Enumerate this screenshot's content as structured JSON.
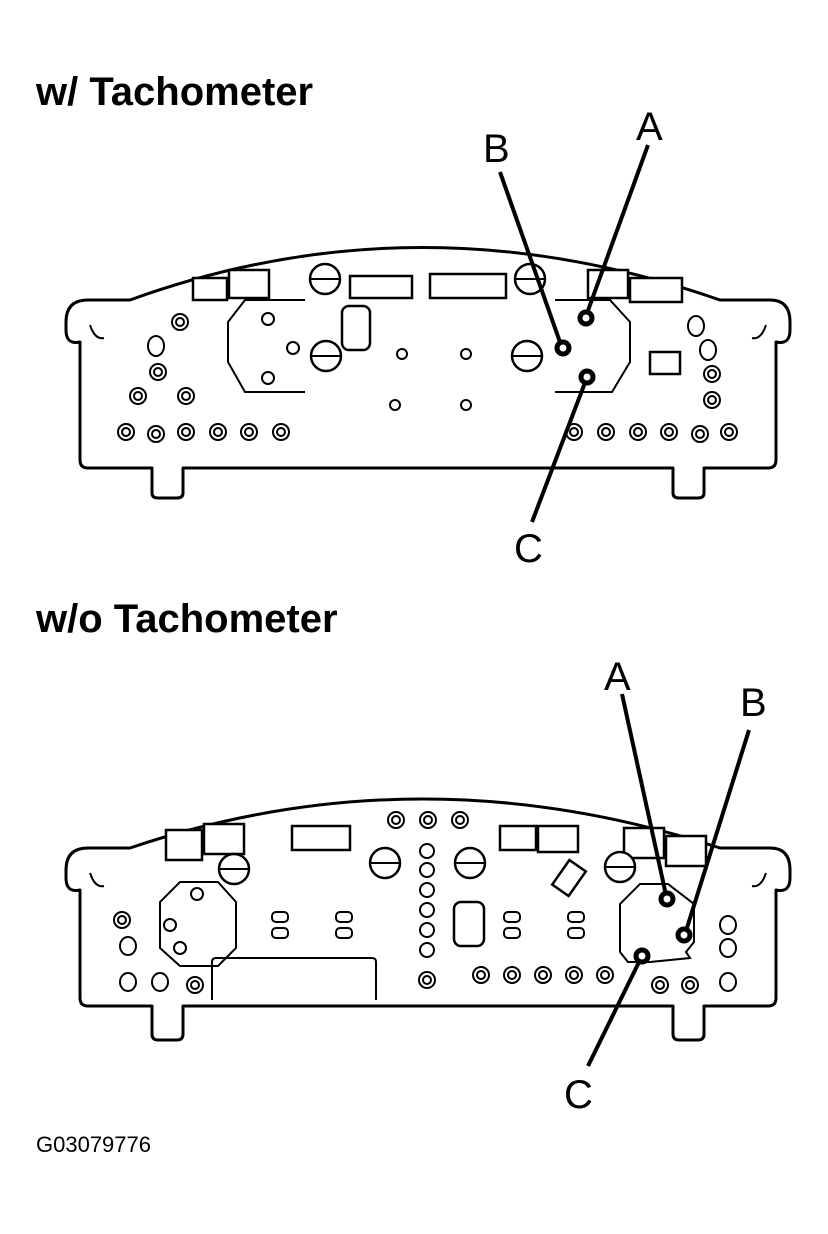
{
  "figure": {
    "code": "G03079776",
    "panels": [
      {
        "title": "w/ Tachometer",
        "callouts": [
          {
            "label": "A"
          },
          {
            "label": "B"
          },
          {
            "label": "C"
          }
        ]
      },
      {
        "title": "w/o Tachometer",
        "callouts": [
          {
            "label": "A"
          },
          {
            "label": "B"
          },
          {
            "label": "C"
          }
        ]
      }
    ]
  },
  "colors": {
    "ink": "#000000",
    "background": "#ffffff"
  }
}
